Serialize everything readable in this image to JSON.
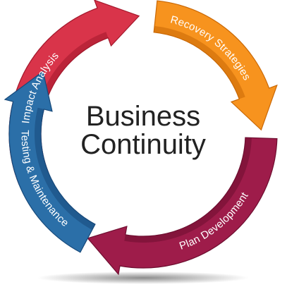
{
  "diagram": {
    "center_lines": [
      "Business",
      "Continuity"
    ],
    "steps": [
      {
        "label": "Impact Analysis",
        "color": "#d9344a",
        "shade": "#a3182c"
      },
      {
        "label": "Recovery Strategies",
        "color": "#f7931e",
        "shade": "#c96806"
      },
      {
        "label": "Plan Development",
        "color": "#9e1c4a",
        "shade": "#6e0e30"
      },
      {
        "label": "Testing & Maintenance",
        "color": "#2b6fa8",
        "shade": "#17497a"
      }
    ]
  }
}
